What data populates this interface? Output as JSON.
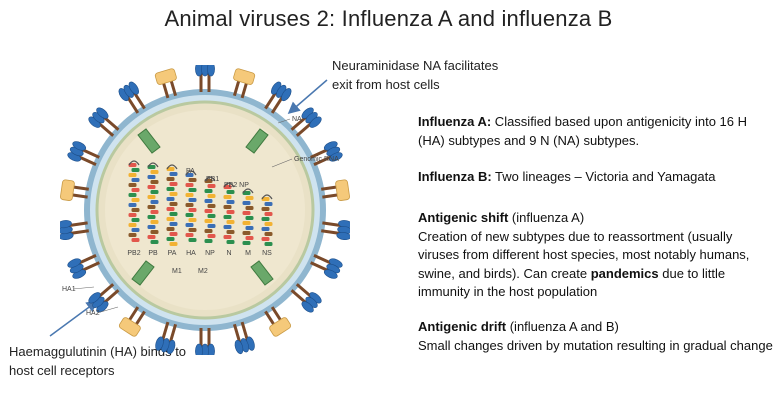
{
  "title": "Animal viruses 2: Influenza A and influenza B",
  "callouts": {
    "na_line1": "Neuraminidase NA facilitates",
    "na_line2": "exit from host cells",
    "ha_line1": "Haemaggulutinin (HA) binds to",
    "ha_line2": "host cell receptors"
  },
  "diagram_labels": {
    "na": "NA",
    "genomic_rna": "Genomic RNA",
    "pa": "PA",
    "pb1": "PB1",
    "pb2_np": "PB2 NP",
    "segments": [
      "PB2",
      "PB",
      "PA",
      "HA",
      "NP",
      "N",
      "M",
      "NS"
    ],
    "m1": "M1",
    "m2": "M2",
    "ha1": "HA1",
    "ha2": "HA2"
  },
  "info": {
    "a_head": "Influenza A:",
    "a_text": " Classified based upon antigenicity into 16 H (HA) subtypes and 9 N (NA) subtypes.",
    "b_head": "Influenza B:",
    "b_text": " Two lineages – Victoria and Yamagata",
    "shift_head": "Antigenic shift",
    "shift_sub": " (influenza A)",
    "shift_text1": "Creation of new subtypes due to reassortment (usually viruses from different host species, most notably humans, swine, and birds). Can create ",
    "shift_bold": "pandemics",
    "shift_text2": " due to little immunity in the host population",
    "drift_head": "Antigenic drift",
    "drift_sub": " (influenza A and B)",
    "drift_text": "Small changes driven by mutation resulting in gradual change"
  },
  "colors": {
    "ha_blue": "#2f6fb8",
    "na_orange": "#f5c97a",
    "m2_green": "#6aa86a",
    "envelope": "#9fc3da",
    "core": "#efe7cf",
    "arrow": "#4a78b0"
  }
}
